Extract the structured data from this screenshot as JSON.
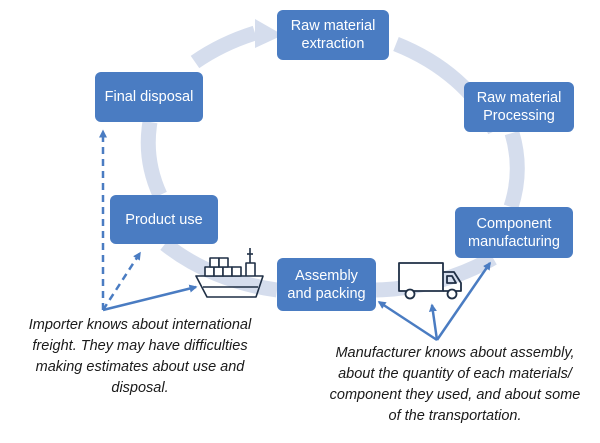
{
  "diagram": {
    "colors": {
      "box_fill": "#4a7cc2",
      "box_text": "#ffffff",
      "cycle_arrow": "#d5dded",
      "connector": "#4a7cc2",
      "caption_text": "#1a1a1a"
    },
    "stages": {
      "raw_extraction": "Raw material\nextraction",
      "raw_processing": "Raw material\nProcessing",
      "component": "Component\nmanufacturing",
      "assembly": "Assembly\nand packing",
      "product_use": "Product use",
      "final_disposal": "Final disposal"
    },
    "icons": [
      "ship-icon",
      "truck-icon"
    ],
    "captions": {
      "importer": "Importer knows about international\nfreight. They may have difficulties\nmaking estimates about use and\ndisposal.",
      "manufacturer": "Manufacturer knows about assembly,\nabout the quantity of each materials/\ncomponent they used, and about some\nof the transportation."
    }
  }
}
